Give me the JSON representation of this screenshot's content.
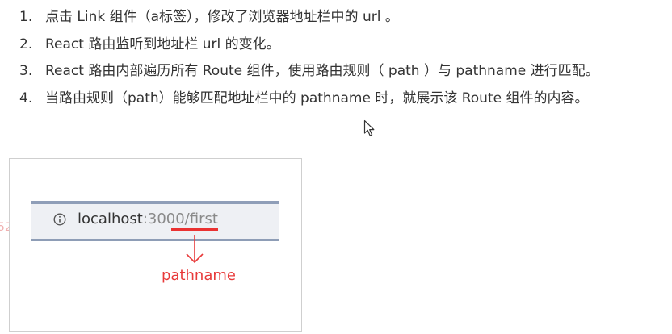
{
  "steps": [
    {
      "number": "1.",
      "text": "点击 Link 组件（a标签），修改了浏览器地址栏中的 url 。"
    },
    {
      "number": "2.",
      "text": "React 路由监听到地址栏 url 的变化。"
    },
    {
      "number": "3.",
      "text": "React 路由内部遍历所有 Route 组件，使用路由规则（ path ）与 pathname 进行匹配。"
    },
    {
      "number": "4.",
      "text": "当路由规则（path）能够匹配地址栏中的 pathname 时，就展示该 Route 组件的内容。"
    }
  ],
  "stray_text": "52",
  "figure": {
    "url_host": "localhost",
    "url_rest": ":3000/first",
    "annotation": "pathname"
  },
  "colors": {
    "accent_red": "#ea3232",
    "address_bar_border": "#8f9eb8"
  },
  "icons": {
    "cursor": "mouse-pointer-icon",
    "info": "info-circle-icon",
    "arrow": "arrow-down-icon"
  }
}
